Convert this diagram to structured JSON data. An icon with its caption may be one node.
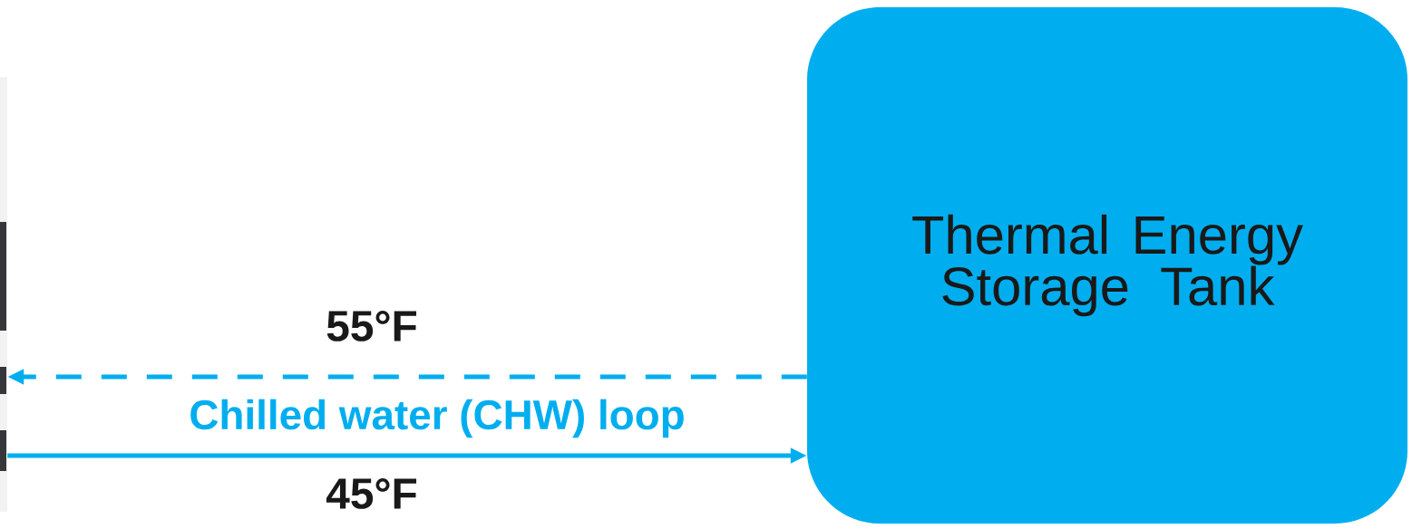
{
  "diagram": {
    "nodes": [
      {
        "text": [
          "Thermal Energy Storage Tank"
        ]
      },
      {
        "text": [],
        "shape": "picture"
      }
    ],
    "edges": [
      {
        "from": 0,
        "to": 1,
        "arrow": "to",
        "style": "dashed",
        "label": "55°F"
      },
      {
        "from": 1,
        "to": 0,
        "arrow": "to",
        "label": "45°F"
      }
    ],
    "labels": [
      "Chilled water (CHW) loop"
    ]
  }
}
